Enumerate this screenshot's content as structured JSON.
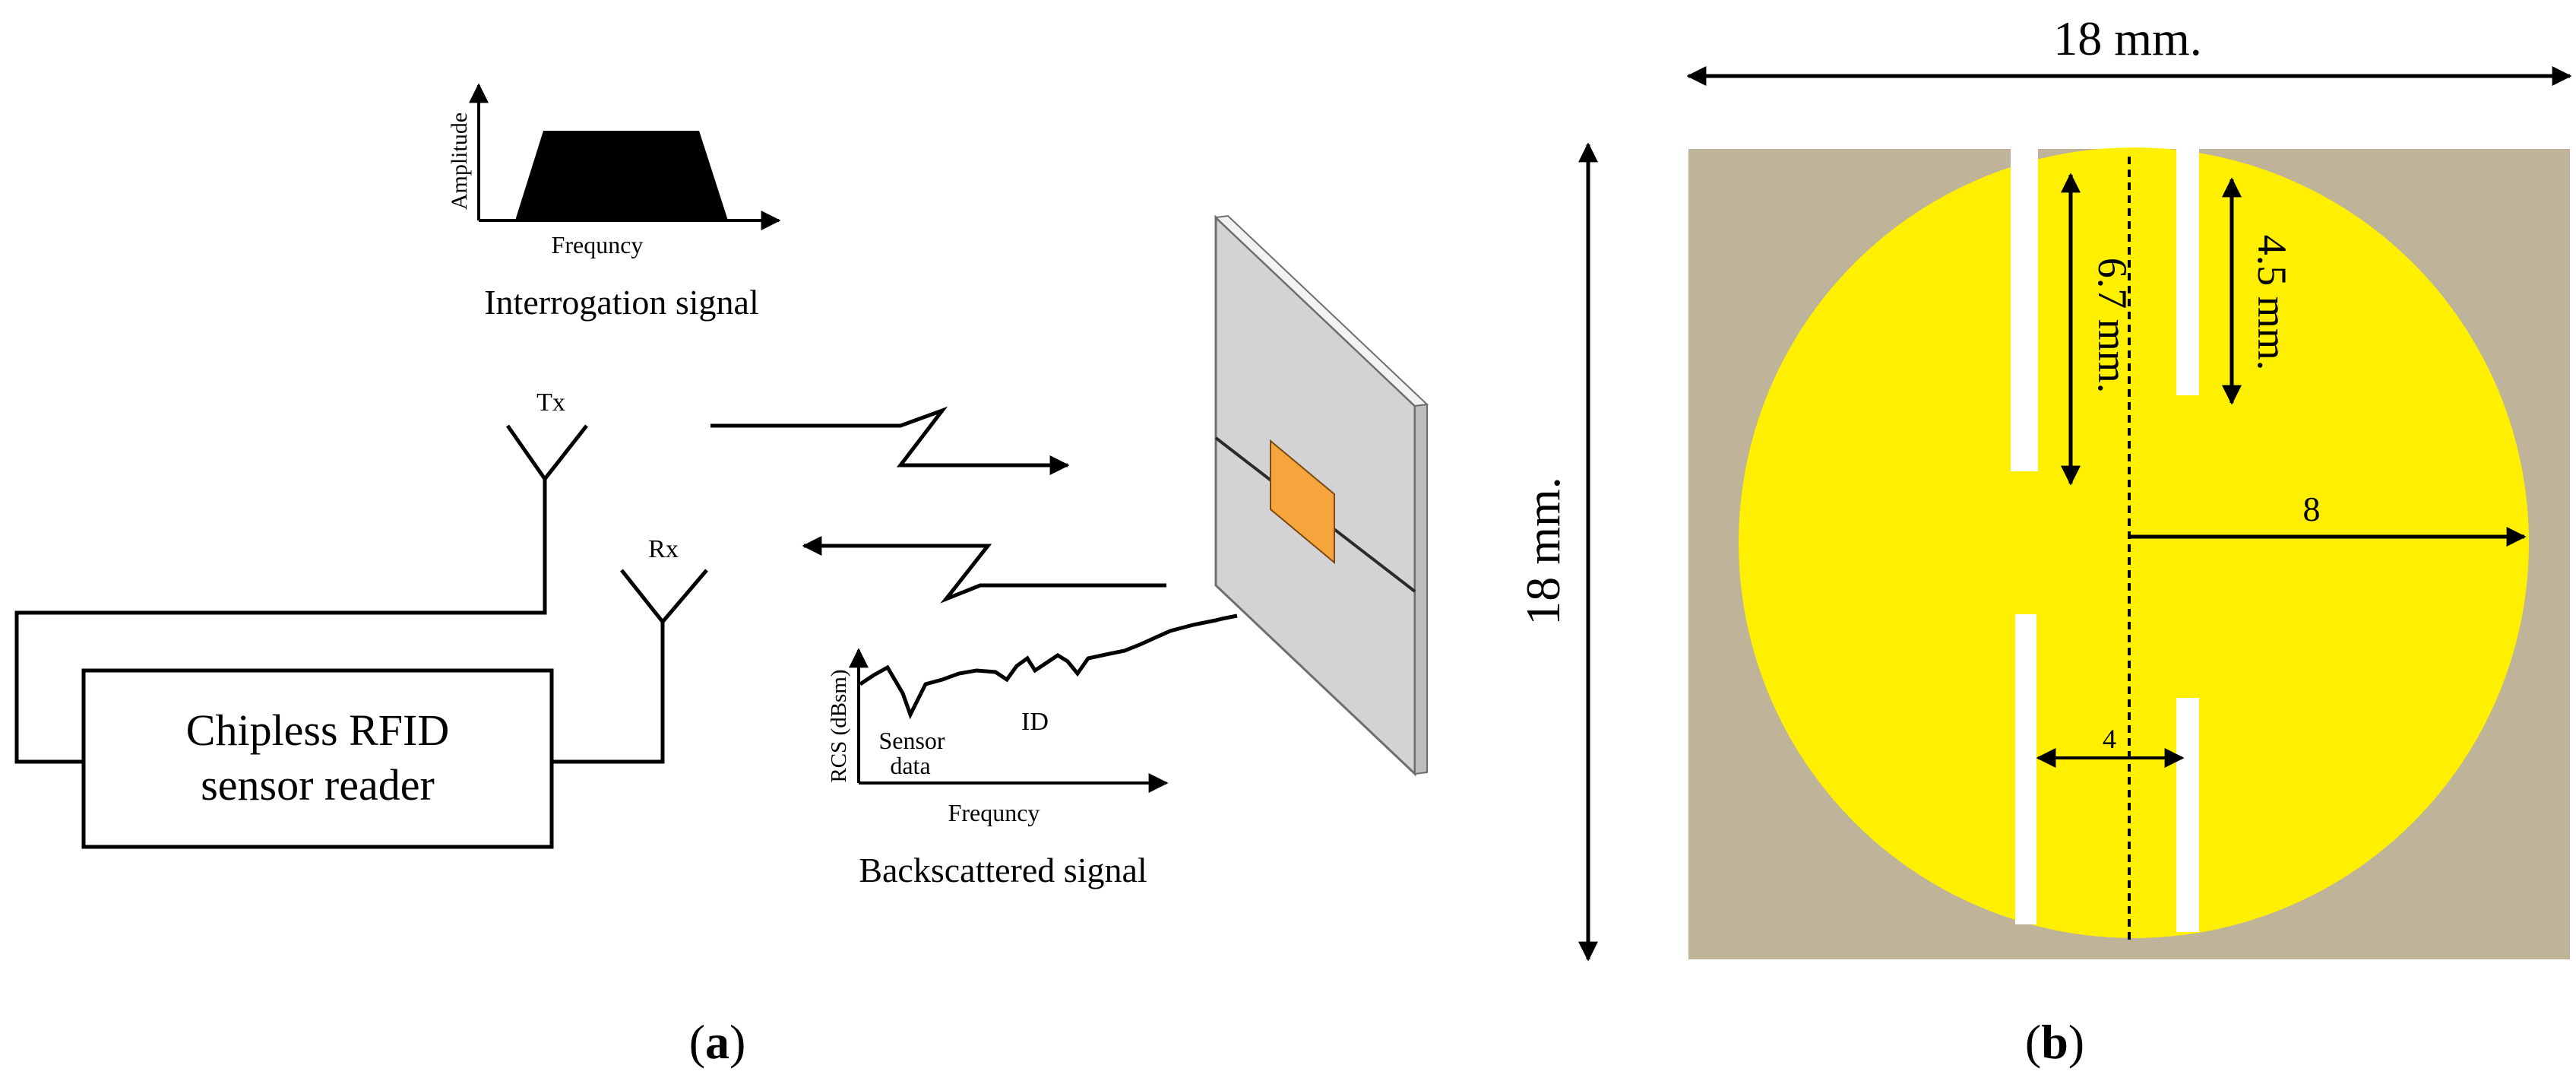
{
  "panel_a": {
    "interrogation_plot": {
      "y_axis_label": "Amplitude",
      "x_axis_label": "Frequncy",
      "caption": "Interrogation signal"
    },
    "tx_label": "Tx",
    "rx_label": "Rx",
    "reader": {
      "line1": "Chipless RFID",
      "line2": "sensor reader"
    },
    "backscatter_plot": {
      "y_axis_label": "RCS (dBsm)",
      "x_axis_label": "Frequncy",
      "sensor_label_line1": "Sensor",
      "sensor_label_line2": "data",
      "id_label": "ID",
      "caption": "Backscattered signal"
    },
    "panel_label_open": "(",
    "panel_label_letter": "a",
    "panel_label_close": ")"
  },
  "panel_b": {
    "width_dimension": "18 mm.",
    "height_dimension": "18 mm.",
    "slot_length_long": "6.7 mm.",
    "slot_length_short": "4.5 mm.",
    "radius_label": "8",
    "slot_spacing_label": "4",
    "panel_label_open": "(",
    "panel_label_letter": "b",
    "panel_label_close": ")"
  },
  "colors": {
    "substrate": "#BFB39A",
    "patch": "#FFEF00",
    "tag_panel": "#D3D3D5",
    "tag_sensor": "#F6A43C",
    "plot_fill": "#000000"
  }
}
